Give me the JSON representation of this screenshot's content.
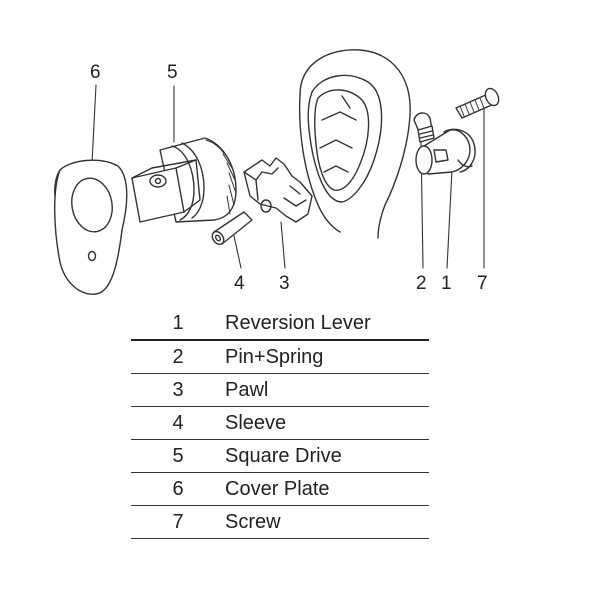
{
  "callouts": [
    {
      "number": "6",
      "part": "cover-plate"
    },
    {
      "number": "5",
      "part": "square-drive"
    },
    {
      "number": "4",
      "part": "sleeve"
    },
    {
      "number": "3",
      "part": "pawl"
    },
    {
      "number": "2",
      "part": "pin-spring"
    },
    {
      "number": "1",
      "part": "reversion-lever"
    },
    {
      "number": "7",
      "part": "screw"
    }
  ],
  "parts_list": [
    {
      "number": "1",
      "name": "Reversion Lever"
    },
    {
      "number": "2",
      "name": "Pin+Spring"
    },
    {
      "number": "3",
      "name": "Pawl"
    },
    {
      "number": "4",
      "name": "Sleeve"
    },
    {
      "number": "5",
      "name": "Square Drive"
    },
    {
      "number": "6",
      "name": "Cover Plate"
    },
    {
      "number": "7",
      "name": "Screw"
    }
  ]
}
